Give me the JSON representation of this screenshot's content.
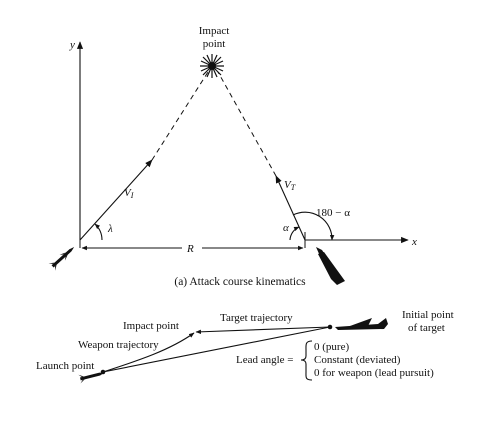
{
  "top_diagram": {
    "caption": "(a) Attack course kinematics",
    "impact_label_line1": "Impact",
    "impact_label_line2": "point",
    "axis_y": "y",
    "axis_x": "x",
    "vi_label": "V",
    "vi_sub": "I",
    "vt_label": "V",
    "vt_sub": "T",
    "lambda_label": "λ",
    "alpha_label": "α",
    "supp_angle_label": "180 − α",
    "range_label": "R"
  },
  "bottom_diagram": {
    "target_trajectory": "Target trajectory",
    "impact_point": "Impact point",
    "weapon_trajectory": "Weapon trajectory",
    "launch_point": "Launch point",
    "initial_point_line1": "Initial point",
    "initial_point_line2": "of target",
    "lead_angle_label": "Lead angle =",
    "lead_options": [
      "0 (pure)",
      "Constant (deviated)",
      "0 for weapon (lead pursuit)"
    ]
  }
}
